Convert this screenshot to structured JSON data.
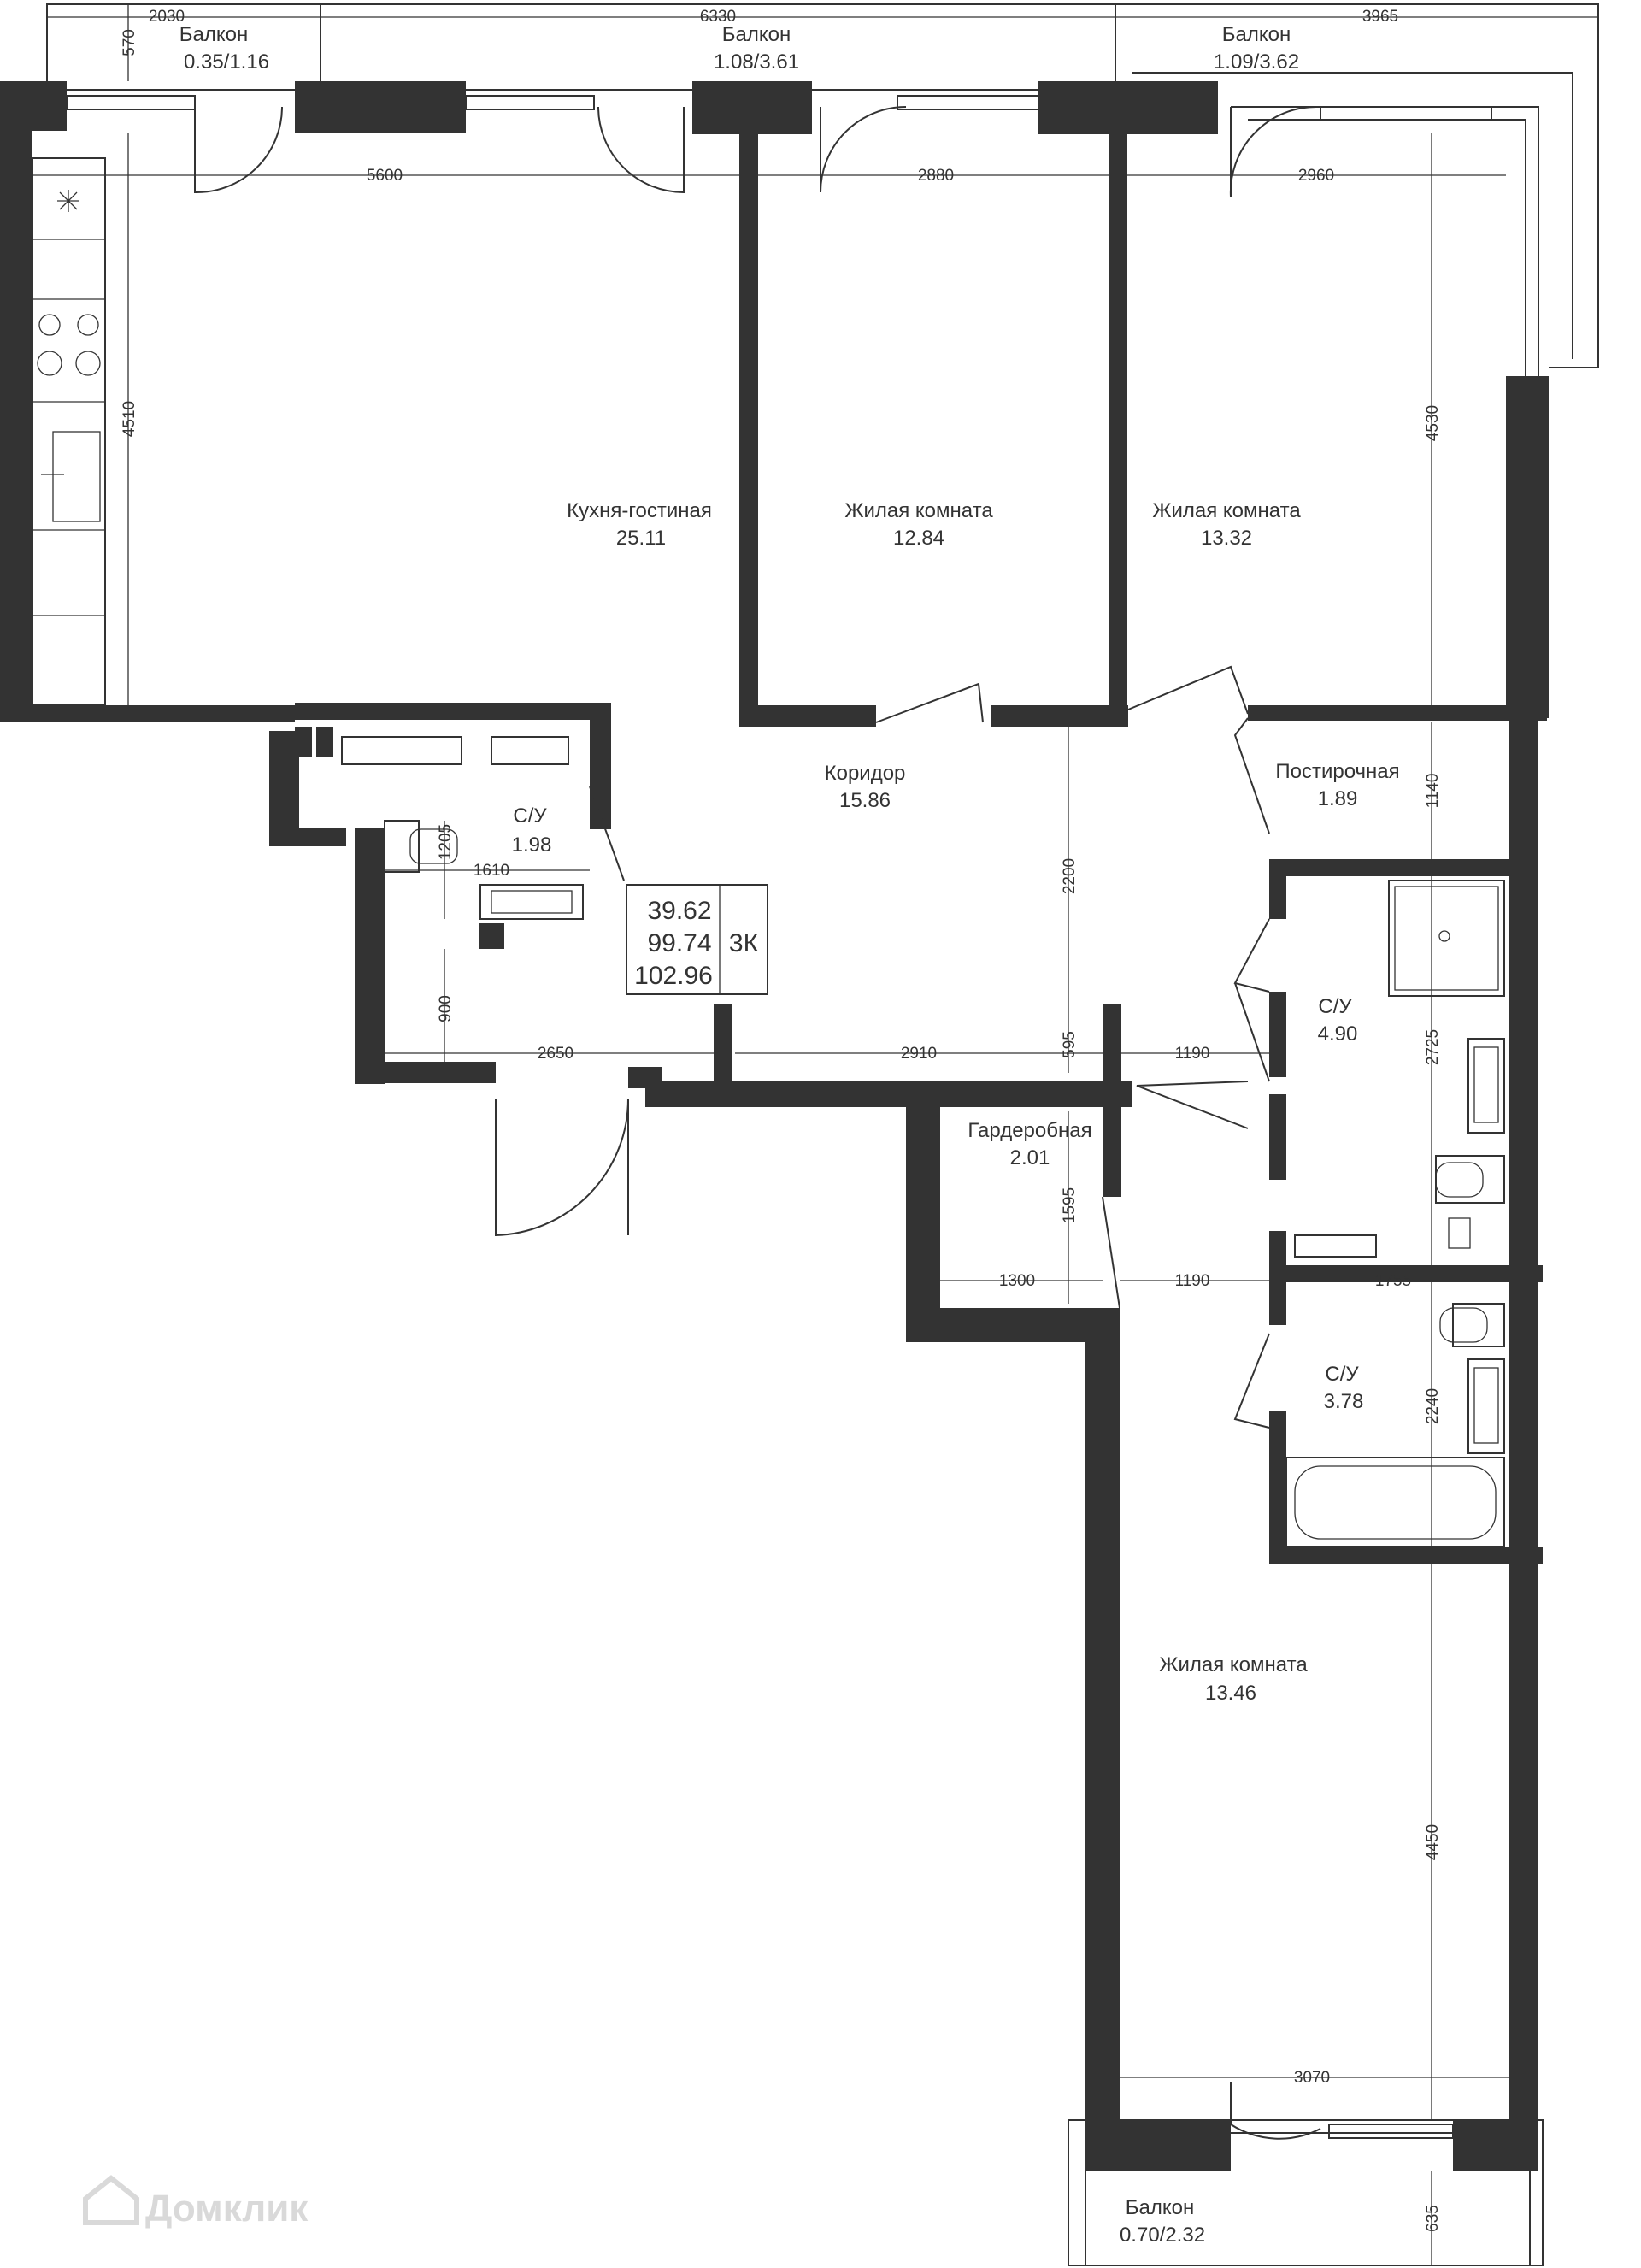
{
  "rooms": {
    "kitchen": {
      "name": "Кухня-гостиная",
      "area": "25.11"
    },
    "bedroom1": {
      "name": "Жилая комната",
      "area": "12.84"
    },
    "bedroom2": {
      "name": "Жилая комната",
      "area": "13.32"
    },
    "bedroom3": {
      "name": "Жилая комната",
      "area": "13.46"
    },
    "corridor": {
      "name": "Коридор",
      "area": "15.86"
    },
    "laundry": {
      "name": "Постирочная",
      "area": "1.89"
    },
    "bath_small": {
      "name": "С/У",
      "area": "1.98"
    },
    "bath_mid": {
      "name": "С/У",
      "area": "4.90"
    },
    "bath_big": {
      "name": "С/У",
      "area": "3.78"
    },
    "wardrobe": {
      "name": "Гардеробная",
      "area": "2.01"
    }
  },
  "balconies": {
    "b1": {
      "name": "Балкон",
      "area": "0.35/1.16"
    },
    "b2": {
      "name": "Балкон",
      "area": "1.08/3.61"
    },
    "b3": {
      "name": "Балкон",
      "area": "1.09/3.62"
    },
    "b4": {
      "name": "Балкон",
      "area": "0.70/2.32"
    }
  },
  "summary": {
    "living": "39.62",
    "total": "99.74",
    "total_with_balconies": "102.96",
    "type": "3К"
  },
  "dimensions": {
    "d2030": "2030",
    "d6330": "6330",
    "d3965": "3965",
    "d570": "570",
    "d5600": "5600",
    "d2880": "2880",
    "d2960": "2960",
    "d4510": "4510",
    "d4530": "4530",
    "d1140": "1140",
    "d1205": "1205",
    "d1610": "1610",
    "d2200": "2200",
    "d900": "900",
    "d2650": "2650",
    "d2910": "2910",
    "d595": "595",
    "d1190a": "1190",
    "d2725": "2725",
    "d1595": "1595",
    "d1300": "1300",
    "d1190b": "1190",
    "d1755": "1755",
    "d2240": "2240",
    "d4450": "4450",
    "d3070": "3070",
    "d635": "635"
  },
  "watermark": "Домклик"
}
